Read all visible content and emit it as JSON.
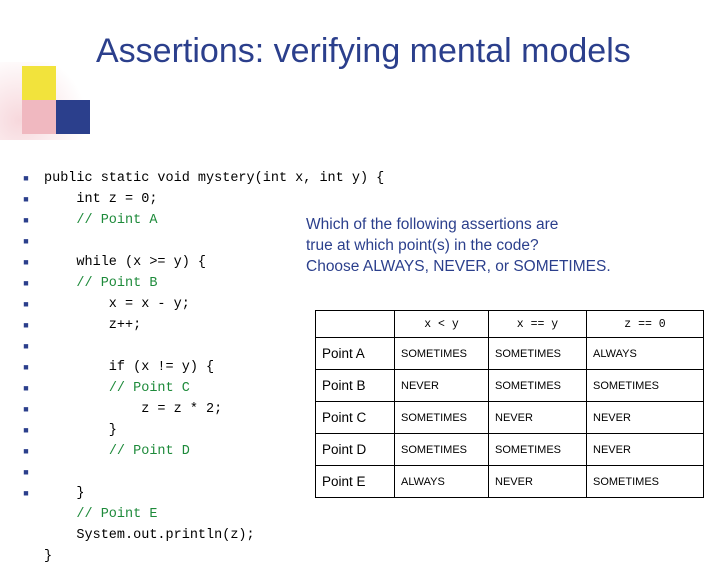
{
  "slide": {
    "title": "Assertions: verifying mental models",
    "bullet_glyph": "■",
    "bullet_count": 16,
    "code_lines": [
      [
        {
          "t": "public static void mystery(int x, int y) {",
          "k": "code"
        }
      ],
      [
        {
          "t": "    int z = 0;",
          "k": "code"
        }
      ],
      [
        {
          "t": "    ",
          "k": "code"
        },
        {
          "t": "// Point A",
          "k": "comment"
        }
      ],
      [
        {
          "t": "",
          "k": "code"
        }
      ],
      [
        {
          "t": "    while (x >= y) {",
          "k": "code"
        }
      ],
      [
        {
          "t": "    ",
          "k": "code"
        },
        {
          "t": "// Point B",
          "k": "comment"
        }
      ],
      [
        {
          "t": "        x = x - y;",
          "k": "code"
        }
      ],
      [
        {
          "t": "        z++;",
          "k": "code"
        }
      ],
      [
        {
          "t": "",
          "k": "code"
        }
      ],
      [
        {
          "t": "        if (x != y) {",
          "k": "code"
        }
      ],
      [
        {
          "t": "        ",
          "k": "comment_indent"
        },
        {
          "t": "// Point C",
          "k": "comment"
        }
      ],
      [
        {
          "t": "            z = z * 2;",
          "k": "code"
        }
      ],
      [
        {
          "t": "        }",
          "k": "code"
        }
      ],
      [
        {
          "t": "        ",
          "k": "code"
        },
        {
          "t": "// Point D",
          "k": "comment"
        }
      ],
      [
        {
          "t": "",
          "k": "code"
        }
      ],
      [
        {
          "t": "    }",
          "k": "code"
        }
      ],
      [
        {
          "t": "    ",
          "k": "code"
        },
        {
          "t": "// Point E",
          "k": "comment"
        }
      ],
      [
        {
          "t": "    System.out.println(z);",
          "k": "code"
        }
      ],
      [
        {
          "t": "}",
          "k": "code"
        }
      ]
    ],
    "question_lines": [
      "Which of the following assertions are",
      "true at which point(s) in the code?",
      "Choose ALWAYS, NEVER, or SOMETIMES."
    ],
    "table": {
      "corner_label": "",
      "columns": [
        "x < y",
        "x == y",
        "z == 0"
      ],
      "rows": [
        {
          "label": "Point A",
          "cells": [
            "SOMETIMES",
            "SOMETIMES",
            "ALWAYS"
          ]
        },
        {
          "label": "Point B",
          "cells": [
            "NEVER",
            "SOMETIMES",
            "SOMETIMES"
          ]
        },
        {
          "label": "Point C",
          "cells": [
            "SOMETIMES",
            "NEVER",
            "NEVER"
          ]
        },
        {
          "label": "Point D",
          "cells": [
            "SOMETIMES",
            "SOMETIMES",
            "NEVER"
          ]
        },
        {
          "label": "Point E",
          "cells": [
            "ALWAYS",
            "NEVER",
            "SOMETIMES"
          ]
        }
      ]
    },
    "colors": {
      "title": "#2b3f8c",
      "comment": "#1d8a3a",
      "deco_yellow": "#f2e33c",
      "deco_pink": "#f0b8c0",
      "deco_blue": "#2b3f8c"
    }
  }
}
